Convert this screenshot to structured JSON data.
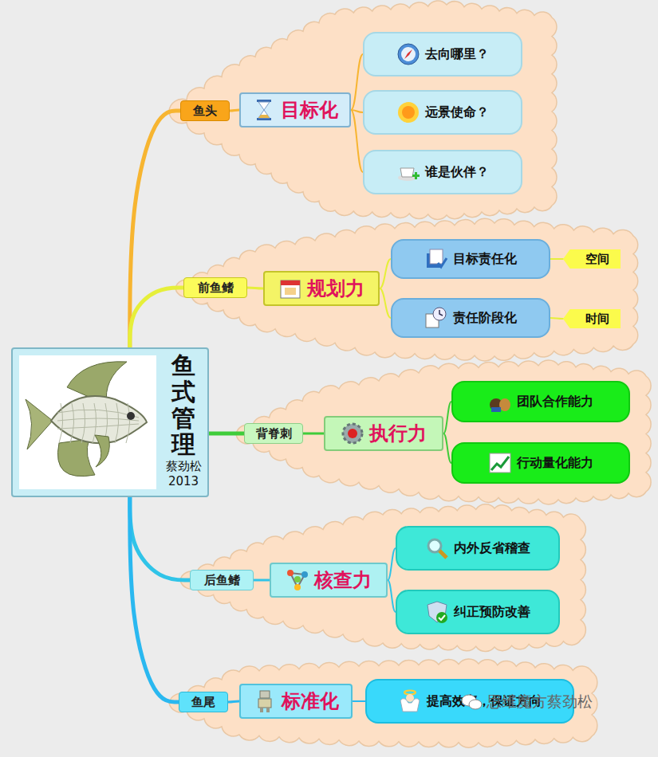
{
  "diagram": {
    "nodes": [
      {
        "text": [
          "鱼式管理",
          "蔡劲松 2013"
        ]
      },
      {
        "text": [
          "鱼头"
        ]
      },
      {
        "text": [
          "目标化"
        ]
      },
      {
        "text": [
          "去向哪里？"
        ]
      },
      {
        "text": [
          "远景使命？"
        ]
      },
      {
        "text": [
          "谁是伙伴？"
        ]
      },
      {
        "text": [
          "前鱼鳍"
        ]
      },
      {
        "text": [
          "规划力"
        ]
      },
      {
        "text": [
          "目标责任化"
        ]
      },
      {
        "text": [
          "空间"
        ]
      },
      {
        "text": [
          "责任阶段化"
        ]
      },
      {
        "text": [
          "时间"
        ]
      },
      {
        "text": [
          "背脊刺"
        ]
      },
      {
        "text": [
          "执行力"
        ]
      },
      {
        "text": [
          "团队合作能力"
        ]
      },
      {
        "text": [
          "行动量化能力"
        ]
      },
      {
        "text": [
          "后鱼鳍"
        ]
      },
      {
        "text": [
          "核查力"
        ]
      },
      {
        "text": [
          "内外反省稽查"
        ]
      },
      {
        "text": [
          "纠正预防改善"
        ]
      },
      {
        "text": [
          "鱼尾"
        ]
      },
      {
        "text": [
          "标准化"
        ]
      },
      {
        "text": [
          "提高效率，保证方向"
        ]
      }
    ],
    "edges": [
      {
        "from": 0,
        "to": 1,
        "arrow": "none"
      },
      {
        "from": 1,
        "to": 2,
        "arrow": "none"
      },
      {
        "from": 2,
        "to": 3,
        "arrow": "none"
      },
      {
        "from": 2,
        "to": 4,
        "arrow": "none"
      },
      {
        "from": 2,
        "to": 5,
        "arrow": "none"
      },
      {
        "from": 0,
        "to": 6,
        "arrow": "none"
      },
      {
        "from": 6,
        "to": 7,
        "arrow": "none"
      },
      {
        "from": 7,
        "to": 8,
        "arrow": "none"
      },
      {
        "from": 8,
        "to": 9,
        "arrow": "none"
      },
      {
        "from": 7,
        "to": 10,
        "arrow": "none"
      },
      {
        "from": 10,
        "to": 11,
        "arrow": "none"
      },
      {
        "from": 0,
        "to": 12,
        "arrow": "none"
      },
      {
        "from": 12,
        "to": 13,
        "arrow": "none"
      },
      {
        "from": 13,
        "to": 14,
        "arrow": "none"
      },
      {
        "from": 13,
        "to": 15,
        "arrow": "none"
      },
      {
        "from": 0,
        "to": 16,
        "arrow": "none"
      },
      {
        "from": 16,
        "to": 17,
        "arrow": "none"
      },
      {
        "from": 17,
        "to": 18,
        "arrow": "none"
      },
      {
        "from": 17,
        "to": 19,
        "arrow": "none"
      },
      {
        "from": 0,
        "to": 20,
        "arrow": "none"
      },
      {
        "from": 20,
        "to": 21,
        "arrow": "none"
      },
      {
        "from": 21,
        "to": 22,
        "arrow": "none"
      }
    ],
    "labels": [
      "思维魔方蔡劲松"
    ]
  }
}
